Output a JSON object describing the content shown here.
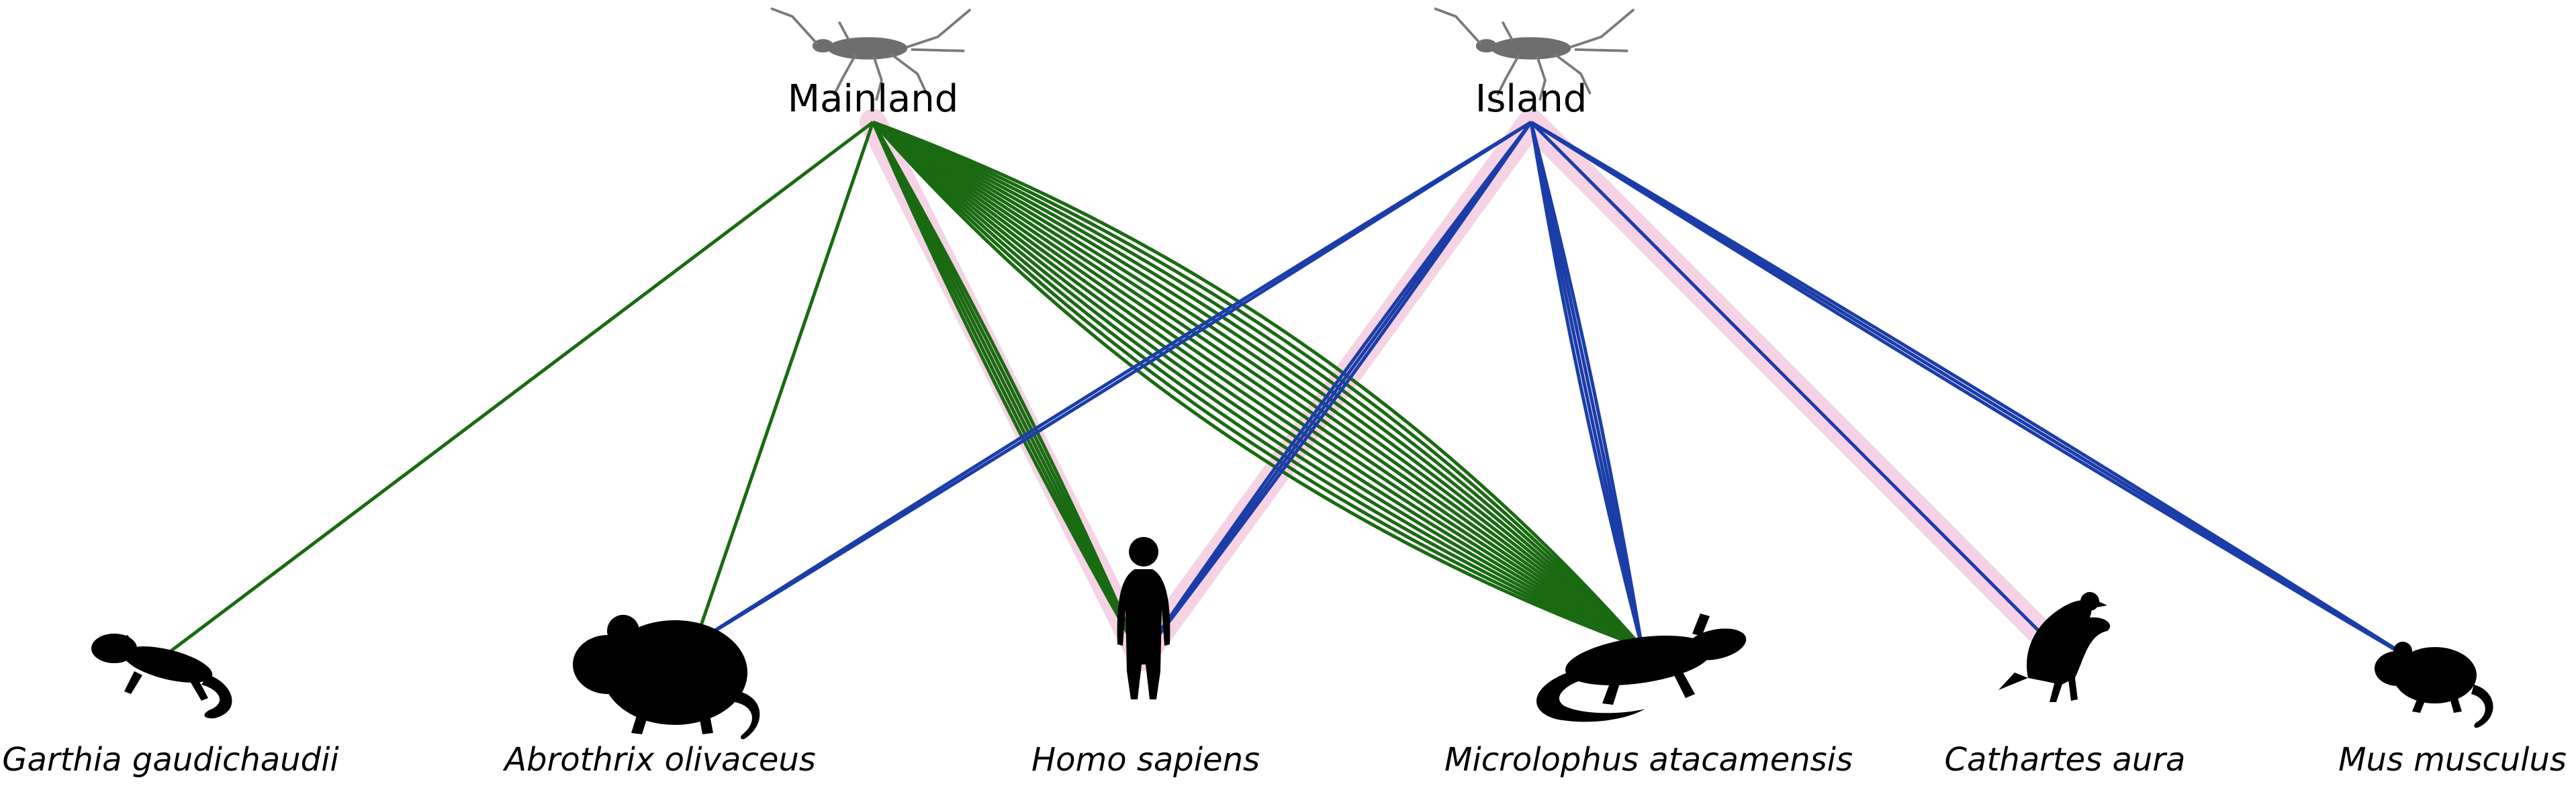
{
  "colors": {
    "mainland": "#1a6a12",
    "island": "#1b3da8",
    "highlight": "#f5d3e4",
    "background": "#ffffff"
  },
  "sources": [
    {
      "id": "mainland",
      "label": "Mainland",
      "icon": "triatomine-bug-icon"
    },
    {
      "id": "island",
      "label": "Island",
      "icon": "triatomine-bug-icon"
    }
  ],
  "hosts": [
    {
      "id": "garthia",
      "label": "Garthia gaudichaudii",
      "icon": "gecko-icon"
    },
    {
      "id": "abrothrix",
      "label": "Abrothrix olivaceus",
      "icon": "mouse-icon"
    },
    {
      "id": "homo",
      "label": "Homo sapiens",
      "icon": "human-icon"
    },
    {
      "id": "microlophus",
      "label": "Microlophus atacamensis",
      "icon": "lizard-icon"
    },
    {
      "id": "cathartes",
      "label": "Cathartes aura",
      "icon": "vulture-icon"
    },
    {
      "id": "mus",
      "label": "Mus musculus",
      "icon": "house-mouse-icon"
    }
  ],
  "links": [
    {
      "source": "mainland",
      "host": "garthia",
      "count": 1,
      "highlight": false
    },
    {
      "source": "mainland",
      "host": "abrothrix",
      "count": 1,
      "highlight": false
    },
    {
      "source": "mainland",
      "host": "homo",
      "count": 5,
      "highlight": true
    },
    {
      "source": "mainland",
      "host": "microlophus",
      "count": 17,
      "highlight": false
    },
    {
      "source": "island",
      "host": "abrothrix",
      "count": 2,
      "highlight": false
    },
    {
      "source": "island",
      "host": "homo",
      "count": 3,
      "highlight": true
    },
    {
      "source": "island",
      "host": "microlophus",
      "count": 4,
      "highlight": false
    },
    {
      "source": "island",
      "host": "cathartes",
      "count": 1,
      "highlight": true
    },
    {
      "source": "island",
      "host": "mus",
      "count": 3,
      "highlight": false
    }
  ]
}
